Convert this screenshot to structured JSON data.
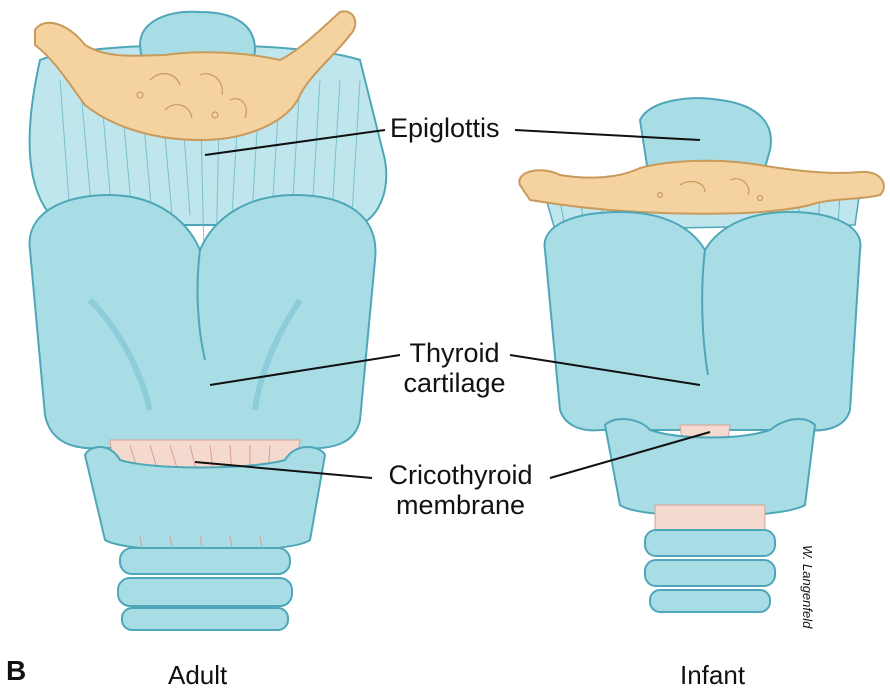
{
  "labels": {
    "epiglottis": "Epiglottis",
    "thyroid_line1": "Thyroid",
    "thyroid_line2": "cartilage",
    "crico_line1": "Cricothyroid",
    "crico_line2": "membrane"
  },
  "panel_letter": "B",
  "captions": {
    "adult": "Adult",
    "infant": "Infant"
  },
  "signature": "W. Langenfeld",
  "colors": {
    "cartilage": "#a9dde6",
    "cartilage_dark": "#5fb2c2",
    "hyoid": "#f5d3a1",
    "hyoid_outline": "#c99a5a",
    "membrane": "#f4d9cf",
    "membrane_lines": "#d9a095"
  }
}
